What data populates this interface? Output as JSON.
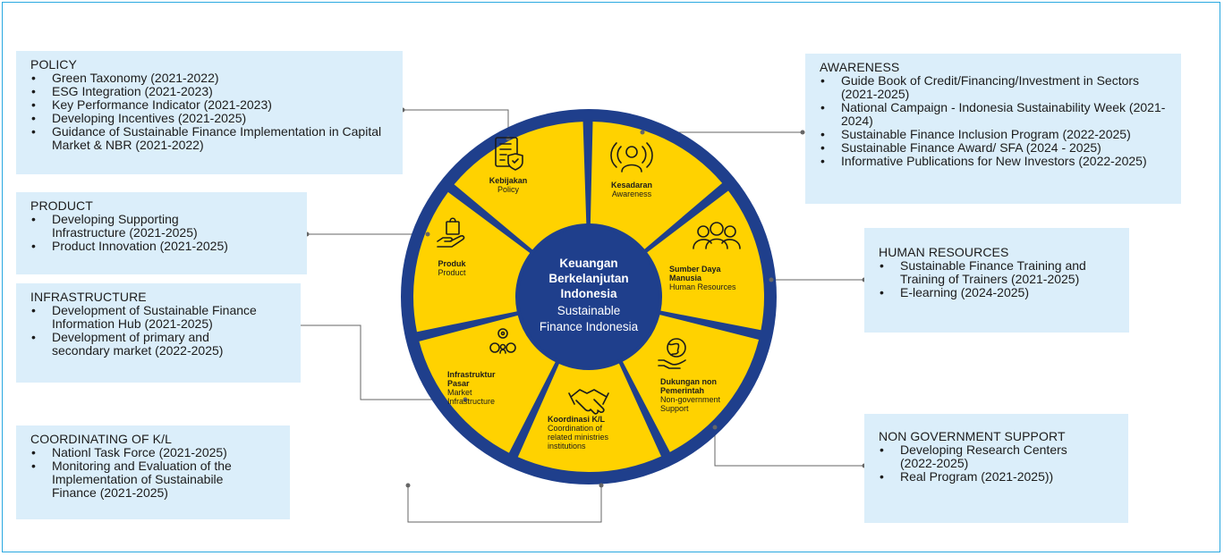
{
  "center": {
    "title_lines": [
      "Keuangan",
      "Berkelanjutan",
      "Indonesia"
    ],
    "subtitle_lines": [
      "Sustainable",
      "Finance Indonesia"
    ]
  },
  "segments": [
    {
      "id": "kebijakan",
      "title_lines": [
        "Kebijakan"
      ],
      "sub_lines": [
        "Policy"
      ],
      "icon": "policy-document-icon"
    },
    {
      "id": "kesadaran",
      "title_lines": [
        "Kesadaran"
      ],
      "sub_lines": [
        "Awareness"
      ],
      "icon": "awareness-broadcast-icon"
    },
    {
      "id": "sdm",
      "title_lines": [
        "Sumber Daya",
        "Manusia"
      ],
      "sub_lines": [
        "Human Resources"
      ],
      "icon": "people-group-icon"
    },
    {
      "id": "dukungan",
      "title_lines": [
        "Dukungan non",
        "Pemerintah"
      ],
      "sub_lines": [
        "Non-government",
        "Support"
      ],
      "icon": "globe-hand-icon"
    },
    {
      "id": "koordinasi",
      "title_lines": [
        "Koordinasi K/L"
      ],
      "sub_lines": [
        "Coordination of",
        "related ministries",
        "institutions"
      ],
      "icon": "handshake-icon"
    },
    {
      "id": "infrastruktur",
      "title_lines": [
        "Infrastruktur",
        "Pasar"
      ],
      "sub_lines": [
        "Market",
        "Infrastructure"
      ],
      "icon": "gears-person-icon"
    },
    {
      "id": "produk",
      "title_lines": [
        "Produk"
      ],
      "sub_lines": [
        "Product"
      ],
      "icon": "bag-hand-icon"
    }
  ],
  "boxes": {
    "policy": {
      "title": "POLICY",
      "items": [
        "Green Taxonomy (2021-2022)",
        "ESG Integration (2021-2023)",
        "Key Performance Indicator (2021-2023)",
        "Developing Incentives (2021-2025)",
        "Guidance of Sustainable Finance Implementation in Capital Market & NBR (2021-2022)"
      ]
    },
    "product": {
      "title": "PRODUCT",
      "items": [
        "Developing Supporting Infrastructure (2021-2025)",
        "Product Innovation (2021-2025)"
      ]
    },
    "infrastructure": {
      "title": "INFRASTRUCTURE",
      "items": [
        "Development of Sustainable Finance Information Hub (2021-2025)",
        "Development of primary and secondary market (2022-2025)"
      ]
    },
    "coordinating": {
      "title": "COORDINATING OF K/L",
      "items": [
        "Nationl Task Force (2021-2025)",
        "Monitoring and Evaluation of the Implementation of Sustainabile Finance (2021-2025)"
      ]
    },
    "awareness": {
      "title": "AWARENESS",
      "items": [
        "Guide Book of Credit/Financing/Investment in Sectors (2021-2025)",
        "National Campaign - Indonesia Sustainability Week (2021-2024)",
        "Sustainable Finance Inclusion Program (2022-2025)",
        "Sustainable Finance Award/ SFA (2024 - 2025)",
        "Informative Publications for New Investors (2022-2025)"
      ]
    },
    "human_resources": {
      "title": "HUMAN RESOURCES",
      "items": [
        "Sustainable Finance Training and Training of Trainers (2021-2025)",
        "E-learning (2024-2025)"
      ]
    },
    "non_government": {
      "title": "NON GOVERNMENT SUPPORT",
      "items": [
        "Developing Research Centers (2022-2025)",
        "Real Program (2021-2025))"
      ]
    }
  },
  "colors": {
    "ring": "#1f3f8c",
    "segment": "#ffd200",
    "box": "#dbeefa",
    "frame": "#29a8e0",
    "connector": "#666666"
  }
}
